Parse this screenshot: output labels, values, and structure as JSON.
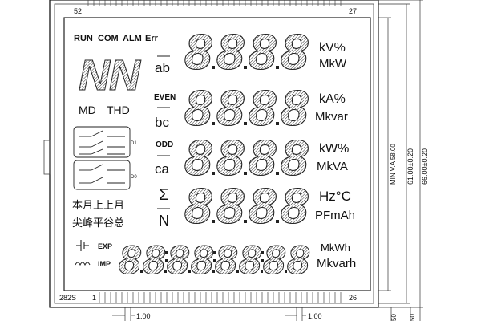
{
  "pins": {
    "top_left": "52",
    "top_right": "27",
    "bottom_left_part": "282S",
    "bottom_left_pin": "1",
    "bottom_right_pin": "26"
  },
  "status": {
    "run": "RUN",
    "com": "COM",
    "alm": "ALM",
    "err": "Err"
  },
  "left_labels": {
    "md": "MD",
    "thd": "THD",
    "d1": "D1",
    "d0": "D0",
    "cn_row1": "本月上上月",
    "cn_row2": "尖峰平谷总"
  },
  "phase_labels": {
    "ab": "ab",
    "even": "EVEN",
    "bc": "bc",
    "odd": "ODD",
    "ca": "ca",
    "sigma": "Σ",
    "n": "N"
  },
  "unit_labels": {
    "r1_top": "kV%",
    "r1_bottom": "MkW",
    "r2_top": "kA%",
    "r2_bottom": "Mkvar",
    "r3_top": "kW%",
    "r3_bottom": "MkVA",
    "r4_top": "Hz°C",
    "r4_bottom": "PFmAh",
    "r5_top": "MkWh",
    "r5_bottom": "Mkvarh"
  },
  "bottom_left": {
    "exp": "EXP",
    "imp": "IMP"
  },
  "segments": {
    "big_digit": "8",
    "alpha": "N"
  },
  "dimensions": {
    "width_1": "1.00",
    "width_2": "1.00",
    "view_area": "MIN V.A 58.00",
    "inner_height": "61.00±0.20",
    "outer_height": "66.00±0.20",
    "bottom_1": "50",
    "bottom_2": "50"
  }
}
